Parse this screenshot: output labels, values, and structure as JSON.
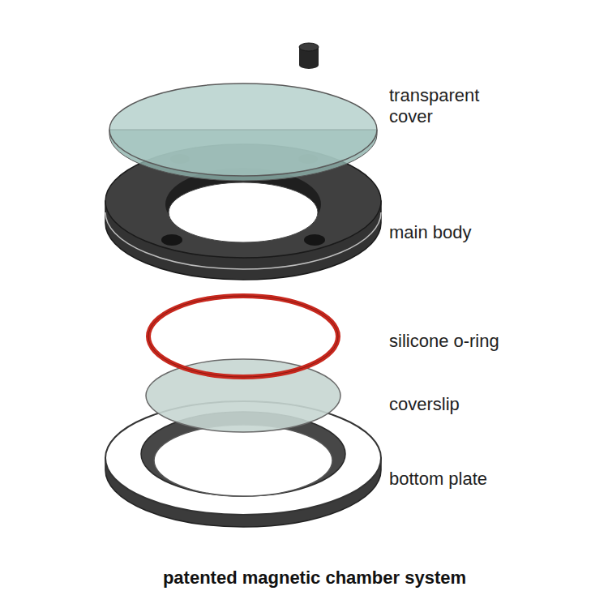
{
  "diagram": {
    "caption": "patented magnetic chamber system",
    "labels": [
      "transparent cover",
      "main body",
      "silicone o-ring",
      "coverslip",
      "bottom plate"
    ]
  }
}
